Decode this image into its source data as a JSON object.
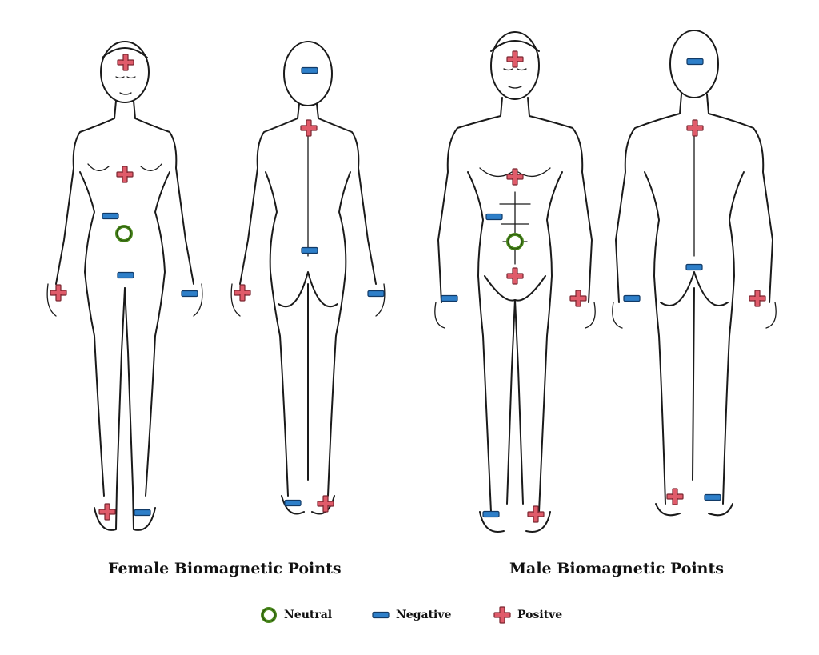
{
  "captions": {
    "female": "Female Biomagnetic Points",
    "male": "Male Biomagnetic Points"
  },
  "legend": {
    "neutral": "Neutral",
    "negative": "Negative",
    "positive": "Positve"
  },
  "colors": {
    "neutral": "#4a8a1c",
    "negative": "#2e7fc9",
    "positive": "#e05b6a",
    "outline": "#1a1a1a"
  },
  "figures": [
    {
      "id": "female-front",
      "sex": "female",
      "view": "front"
    },
    {
      "id": "female-back",
      "sex": "female",
      "view": "back"
    },
    {
      "id": "male-front",
      "sex": "male",
      "view": "front"
    },
    {
      "id": "male-back",
      "sex": "male",
      "view": "back"
    }
  ]
}
